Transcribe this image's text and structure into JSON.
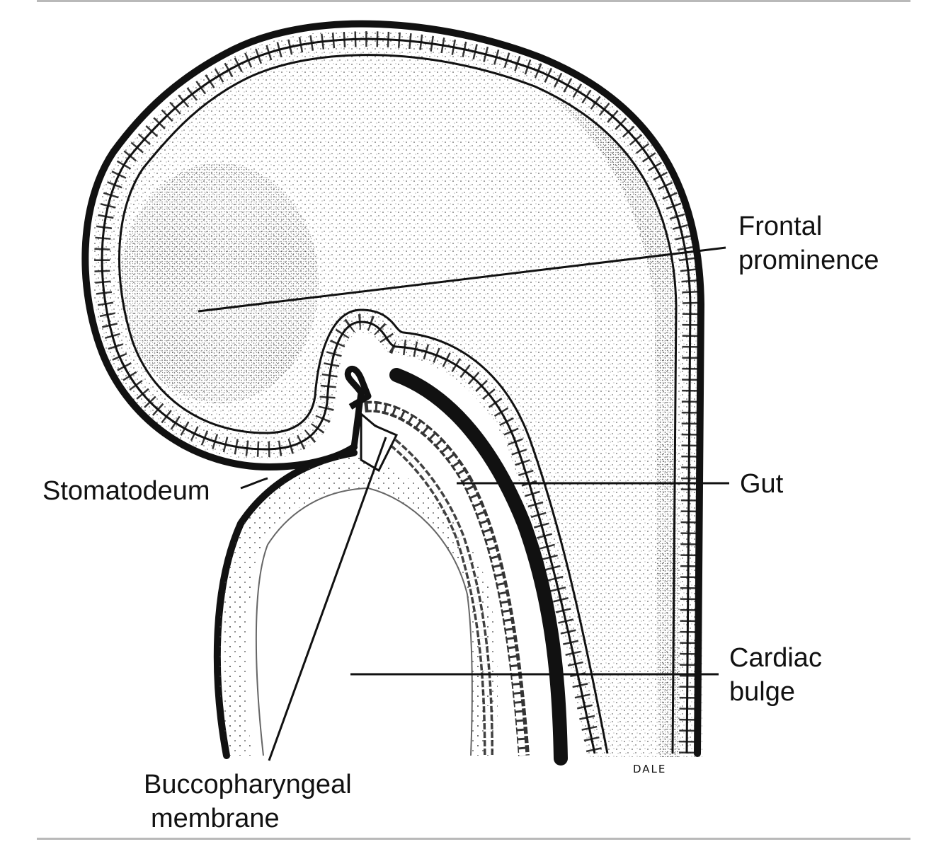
{
  "labels": {
    "frontal_prominence": [
      "Frontal",
      "prominence"
    ],
    "gut": "Gut",
    "cardiac_bulge": [
      "Cardiac",
      "bulge"
    ],
    "stomatodeum": "Stomatodeum",
    "buccopharyngeal_membrane": [
      "Buccopharyngeal",
      "membrane"
    ]
  },
  "artist_signature": "DALE",
  "colors": {
    "ink": "#111111",
    "background": "#ffffff",
    "rule": "#b9b9b9"
  }
}
